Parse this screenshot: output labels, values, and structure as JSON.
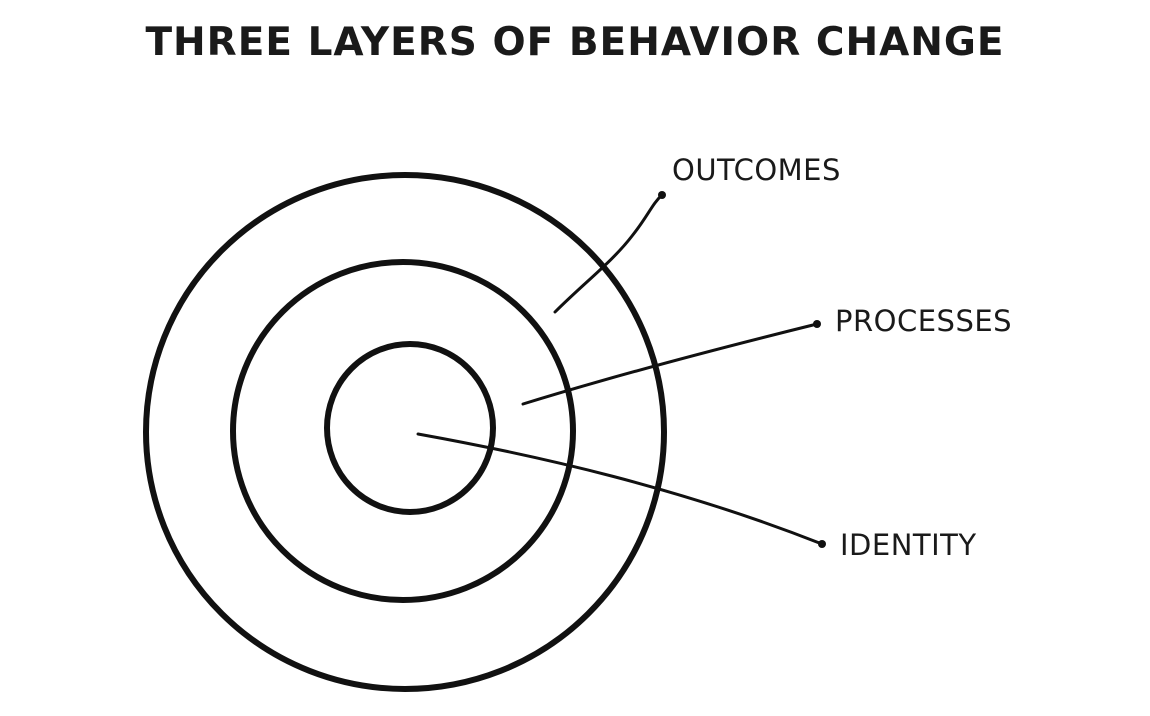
{
  "diagram": {
    "title": "THREE LAYERS OF BEHAVIOR CHANGE",
    "layers": [
      {
        "label": "OUTCOMES"
      },
      {
        "label": "PROCESSES"
      },
      {
        "label": "IDENTITY"
      }
    ],
    "colors": {
      "ink": "#111111",
      "background": "#ffffff"
    }
  }
}
